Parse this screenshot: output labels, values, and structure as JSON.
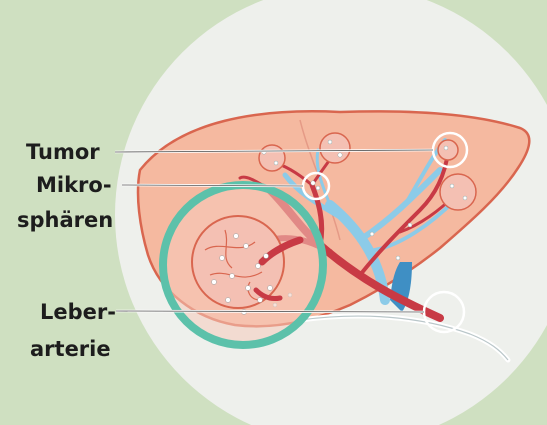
{
  "labels": {
    "tumor": "Tumor",
    "mikro_line1": "Mikro-",
    "mikro_line2": "sphären",
    "leber_line1": "Leber-",
    "leber_line2": "arterie"
  },
  "colors": {
    "background": "#cfe0c1",
    "circle": "#eef0ec",
    "liver": "#f5b9a0",
    "liver_outline": "#d9664f",
    "artery": "#c83a45",
    "bile_duct": "#8ccbe8",
    "vein": "#3f8fc4",
    "tumor": "#f4c0b3",
    "magnifier_ring": "#5cc1aa",
    "leader_line": "#ffffff"
  },
  "icons": [
    "liver-illustration",
    "magnifier-circle",
    "tumor-nodule",
    "microsphere",
    "catheter"
  ]
}
